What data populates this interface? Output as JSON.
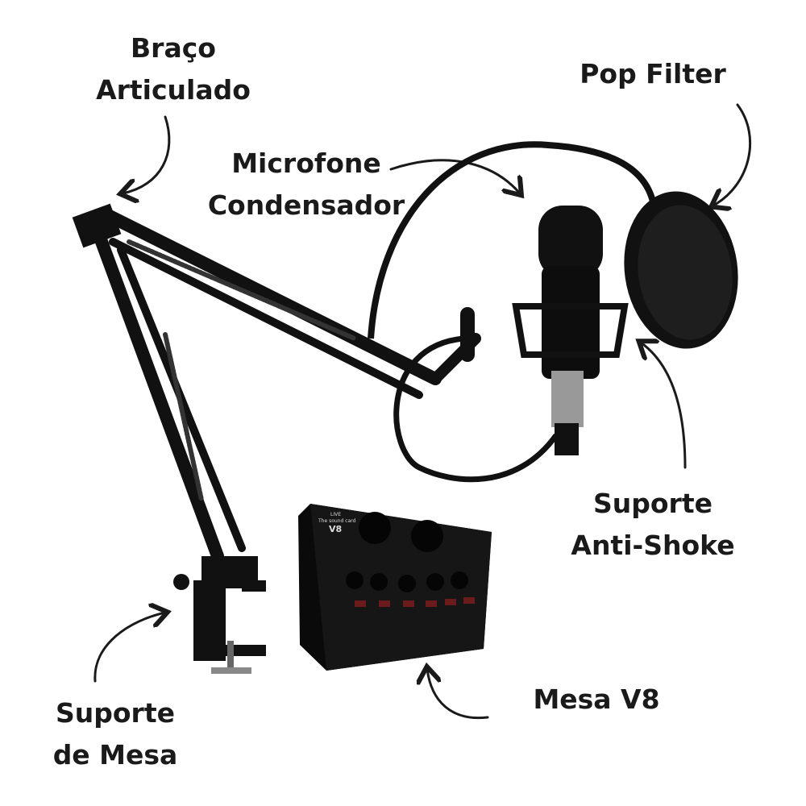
{
  "labels": {
    "arm": [
      "Braço",
      "Articulado"
    ],
    "pop_filter": [
      "Pop Filter"
    ],
    "microphone": [
      "Microfone",
      "Condensador"
    ],
    "shock_mount": [
      "Suporte",
      "Anti-Shoke"
    ],
    "mixer": [
      "Mesa V8"
    ],
    "desk_clamp": [
      "Suporte",
      "de Mesa"
    ]
  },
  "mixer_panel": {
    "line1": "LIVE",
    "line2": "The sound card",
    "model": "V8"
  },
  "colors": {
    "product": "#111111",
    "text": "#1a1a1a",
    "background": "#ffffff"
  }
}
